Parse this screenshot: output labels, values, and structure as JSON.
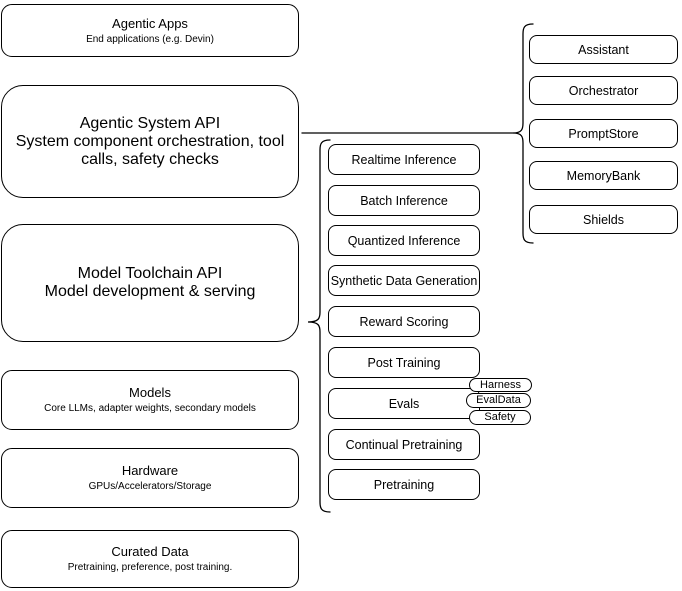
{
  "left_column": [
    {
      "title": "Agentic Apps",
      "subtitle": "End applications (e.g. Devin)"
    },
    {
      "title": "Agentic System API",
      "subtitle": "System component orchestration, tool calls, safety checks"
    },
    {
      "title": "Model Toolchain API",
      "subtitle": "Model development & serving"
    },
    {
      "title": "Models",
      "subtitle": "Core LLMs, adapter weights, secondary models"
    },
    {
      "title": "Hardware",
      "subtitle": "GPUs/Accelerators/Storage"
    },
    {
      "title": "Curated Data",
      "subtitle": "Pretraining, preference, post training."
    }
  ],
  "toolchain_items": [
    "Realtime Inference",
    "Batch Inference",
    "Quantized Inference",
    "Synthetic Data Generation",
    "Reward Scoring",
    "Post Training",
    "Evals",
    "Continual Pretraining",
    "Pretraining"
  ],
  "eval_tags": [
    "Harness",
    "EvalData",
    "Safety"
  ],
  "system_components": [
    "Assistant",
    "Orchestrator",
    "PromptStore",
    "MemoryBank",
    "Shields"
  ],
  "colors": {
    "stroke": "#000000",
    "background": "#ffffff",
    "text": "#000000"
  }
}
